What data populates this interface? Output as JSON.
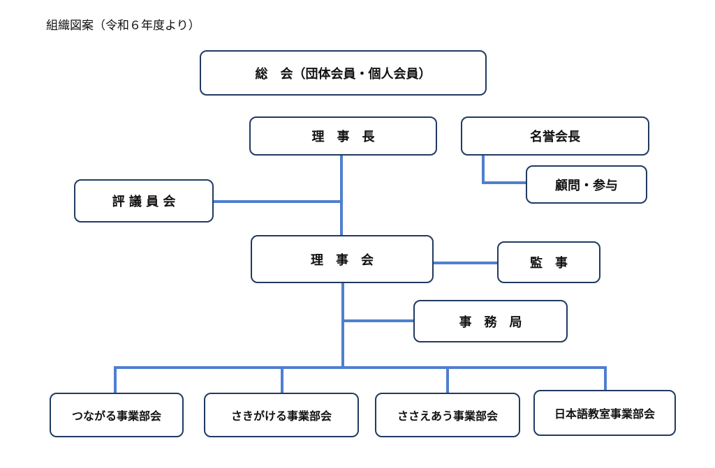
{
  "page_title": "組織図案（令和６年度より）",
  "nodes": {
    "general_assembly": "総　会（団体会員・個人会員）",
    "chairman": "理　事　長",
    "honorary_chairman": "名誉会長",
    "advisors": "顧問・参与",
    "councilors": "評 議 員 会",
    "board": "理　事　会",
    "auditors": "監　事",
    "secretariat": "事　務　局",
    "dept_1": "つながる事業部会",
    "dept_2": "さきがける事業部会",
    "dept_3": "ささえあう事業部会",
    "dept_4": "日本語教室事業部会"
  },
  "colors": {
    "connector": "#4f7fcf",
    "border": "#203a60"
  }
}
